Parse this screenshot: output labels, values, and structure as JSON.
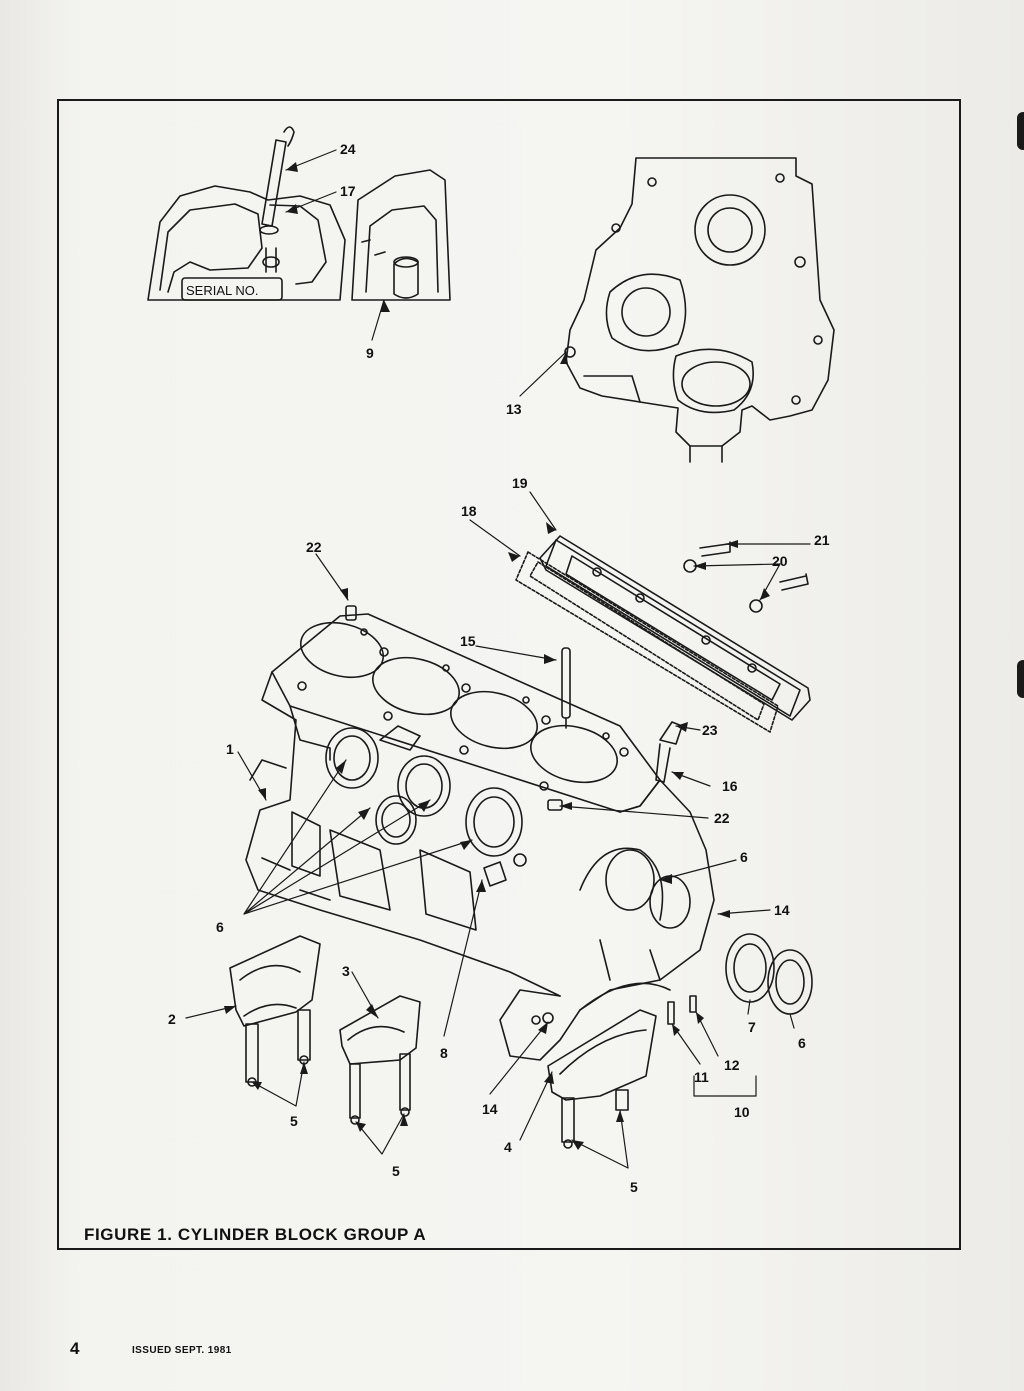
{
  "figure": {
    "caption": "FIGURE 1. CYLINDER BLOCK GROUP A",
    "inset_label": "SERIAL NO."
  },
  "footer": {
    "page_number": "4",
    "issued": "ISSUED SEPT. 1981"
  },
  "callouts": [
    "24",
    "17",
    "9",
    "13",
    "19",
    "18",
    "22",
    "21",
    "20",
    "15",
    "1",
    "23",
    "16",
    "22",
    "6",
    "14",
    "6",
    "3",
    "2",
    "5",
    "8",
    "14",
    "4",
    "5",
    "5",
    "7",
    "6",
    "11",
    "12",
    "10"
  ],
  "colors": {
    "ink": "#111111",
    "paper": "#f5f5f2"
  }
}
